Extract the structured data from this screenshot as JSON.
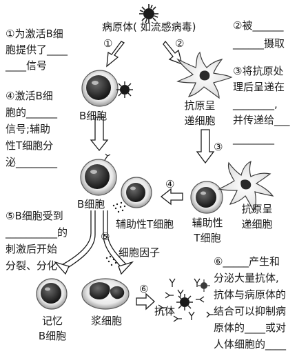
{
  "top": {
    "pathogen": "病原体( 如流感病毒)"
  },
  "steps": {
    "s1": "①",
    "s2": "②",
    "s3": "③",
    "s4": "④",
    "s5": "⑤",
    "s6": "⑥"
  },
  "cells": {
    "b_cell_1": "B细胞",
    "b_cell_2": "B细胞",
    "apc_1_line1": "抗原呈",
    "apc_1_line2": "递细胞",
    "apc_2_line1": "抗原呈",
    "apc_2_line2": "递细胞",
    "helper_t_1": "辅助性T细胞",
    "helper_t_2_line1": "辅助性",
    "helper_t_2_line2": "T细胞",
    "cytokine": "细胞因子",
    "memory_b_line1": "记忆",
    "memory_b_line2": "B细胞",
    "plasma_cell": "浆细胞",
    "antibody": "抗体"
  },
  "notes": {
    "n1_l1": "①为激活B细",
    "n1_l2": "胞提供了____",
    "n1_l3": "____信号",
    "n2_l1": "②被______",
    "n2_l2": "______摄取",
    "n3_l1": "③将抗原处",
    "n3_l2": "理后呈递在",
    "n3_l3": "________,",
    "n3_l4": "并传递给___",
    "n3_l5": "________",
    "n4_l1": "④激活B细",
    "n4_l2": "胞的______",
    "n4_l3": "信号;辅助",
    "n4_l4": "性T细胞分",
    "n4_l5": "泌________",
    "n5_l1": "⑤B细胞受到",
    "n5_l2": "__________的",
    "n5_l3": "刺激后开始",
    "n5_l4": "分裂、分化",
    "n6_l1": "⑥_____产生和",
    "n6_l2": "分泌大量抗体,",
    "n6_l3": "抗体与病原体的",
    "n6_l4": "结合可以抑制病",
    "n6_l5": "原体的____或对",
    "n6_l6": "人体细胞的____"
  },
  "colors": {
    "ink": "#1a1a1a",
    "cell_dark": "#2b2b2b",
    "cell_ring": "#8a8a8a"
  }
}
